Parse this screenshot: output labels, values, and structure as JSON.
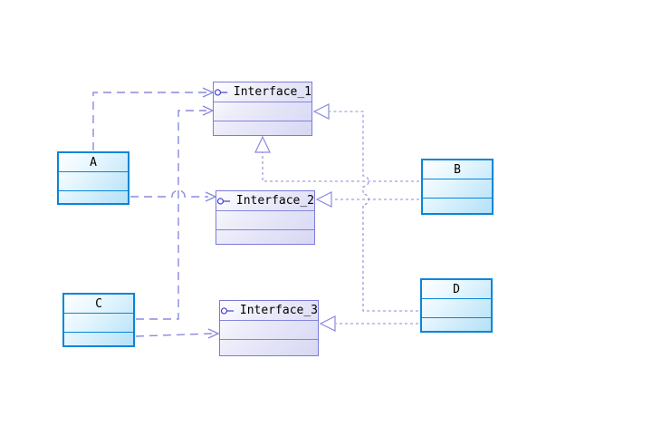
{
  "diagram": {
    "kind": "uml-class-diagram",
    "canvas_background": "#ffffff",
    "colors": {
      "class_border": "#0a85d9",
      "class_fill_gradient": [
        "#ffffff",
        "#b4e1f7"
      ],
      "interface_border": "#7b7bdc",
      "interface_fill_gradient": [
        "#ffffff",
        "#d7d7f4"
      ],
      "connector": "#8a8ae0",
      "label_text": "#000000",
      "interface_icon": "#3a3ad0"
    },
    "nodes": [
      {
        "id": "interface1",
        "label": "Interface_1",
        "kind": "interface",
        "icon": "lollipop-interface-icon",
        "compartments": 3
      },
      {
        "id": "interface2",
        "label": "Interface_2",
        "kind": "interface",
        "icon": "lollipop-interface-icon",
        "compartments": 3
      },
      {
        "id": "interface3",
        "label": "Interface_3",
        "kind": "interface",
        "icon": "lollipop-interface-icon",
        "compartments": 3
      },
      {
        "id": "classA",
        "label": "A",
        "kind": "class",
        "compartments": 3
      },
      {
        "id": "classB",
        "label": "B",
        "kind": "class",
        "compartments": 3
      },
      {
        "id": "classC",
        "label": "C",
        "kind": "class",
        "compartments": 3
      },
      {
        "id": "classD",
        "label": "D",
        "kind": "class",
        "compartments": 3
      }
    ],
    "connectors": [
      {
        "from": "A",
        "to": "Interface_1",
        "type": "dependency",
        "line": "dashed",
        "arrow": "open-arrowhead"
      },
      {
        "from": "A",
        "to": "Interface_2",
        "type": "dependency",
        "line": "dashed",
        "arrow": "open-arrowhead",
        "crossing_hops": 1
      },
      {
        "from": "C",
        "to": "Interface_1",
        "type": "dependency",
        "line": "dashed",
        "arrow": "open-arrowhead"
      },
      {
        "from": "C",
        "to": "Interface_3",
        "type": "dependency",
        "line": "dashed",
        "arrow": "open-arrowhead"
      },
      {
        "from": "B",
        "to": "Interface_1",
        "type": "realization",
        "line": "dotted",
        "arrow": "hollow-triangle"
      },
      {
        "from": "B",
        "to": "Interface_2",
        "type": "realization",
        "line": "dotted",
        "arrow": "hollow-triangle"
      },
      {
        "from": "D",
        "to": "Interface_1",
        "type": "realization",
        "line": "dotted",
        "arrow": "hollow-triangle",
        "crossing_hops": 2
      },
      {
        "from": "D",
        "to": "Interface_3",
        "type": "realization",
        "line": "dotted",
        "arrow": "hollow-triangle"
      }
    ]
  }
}
